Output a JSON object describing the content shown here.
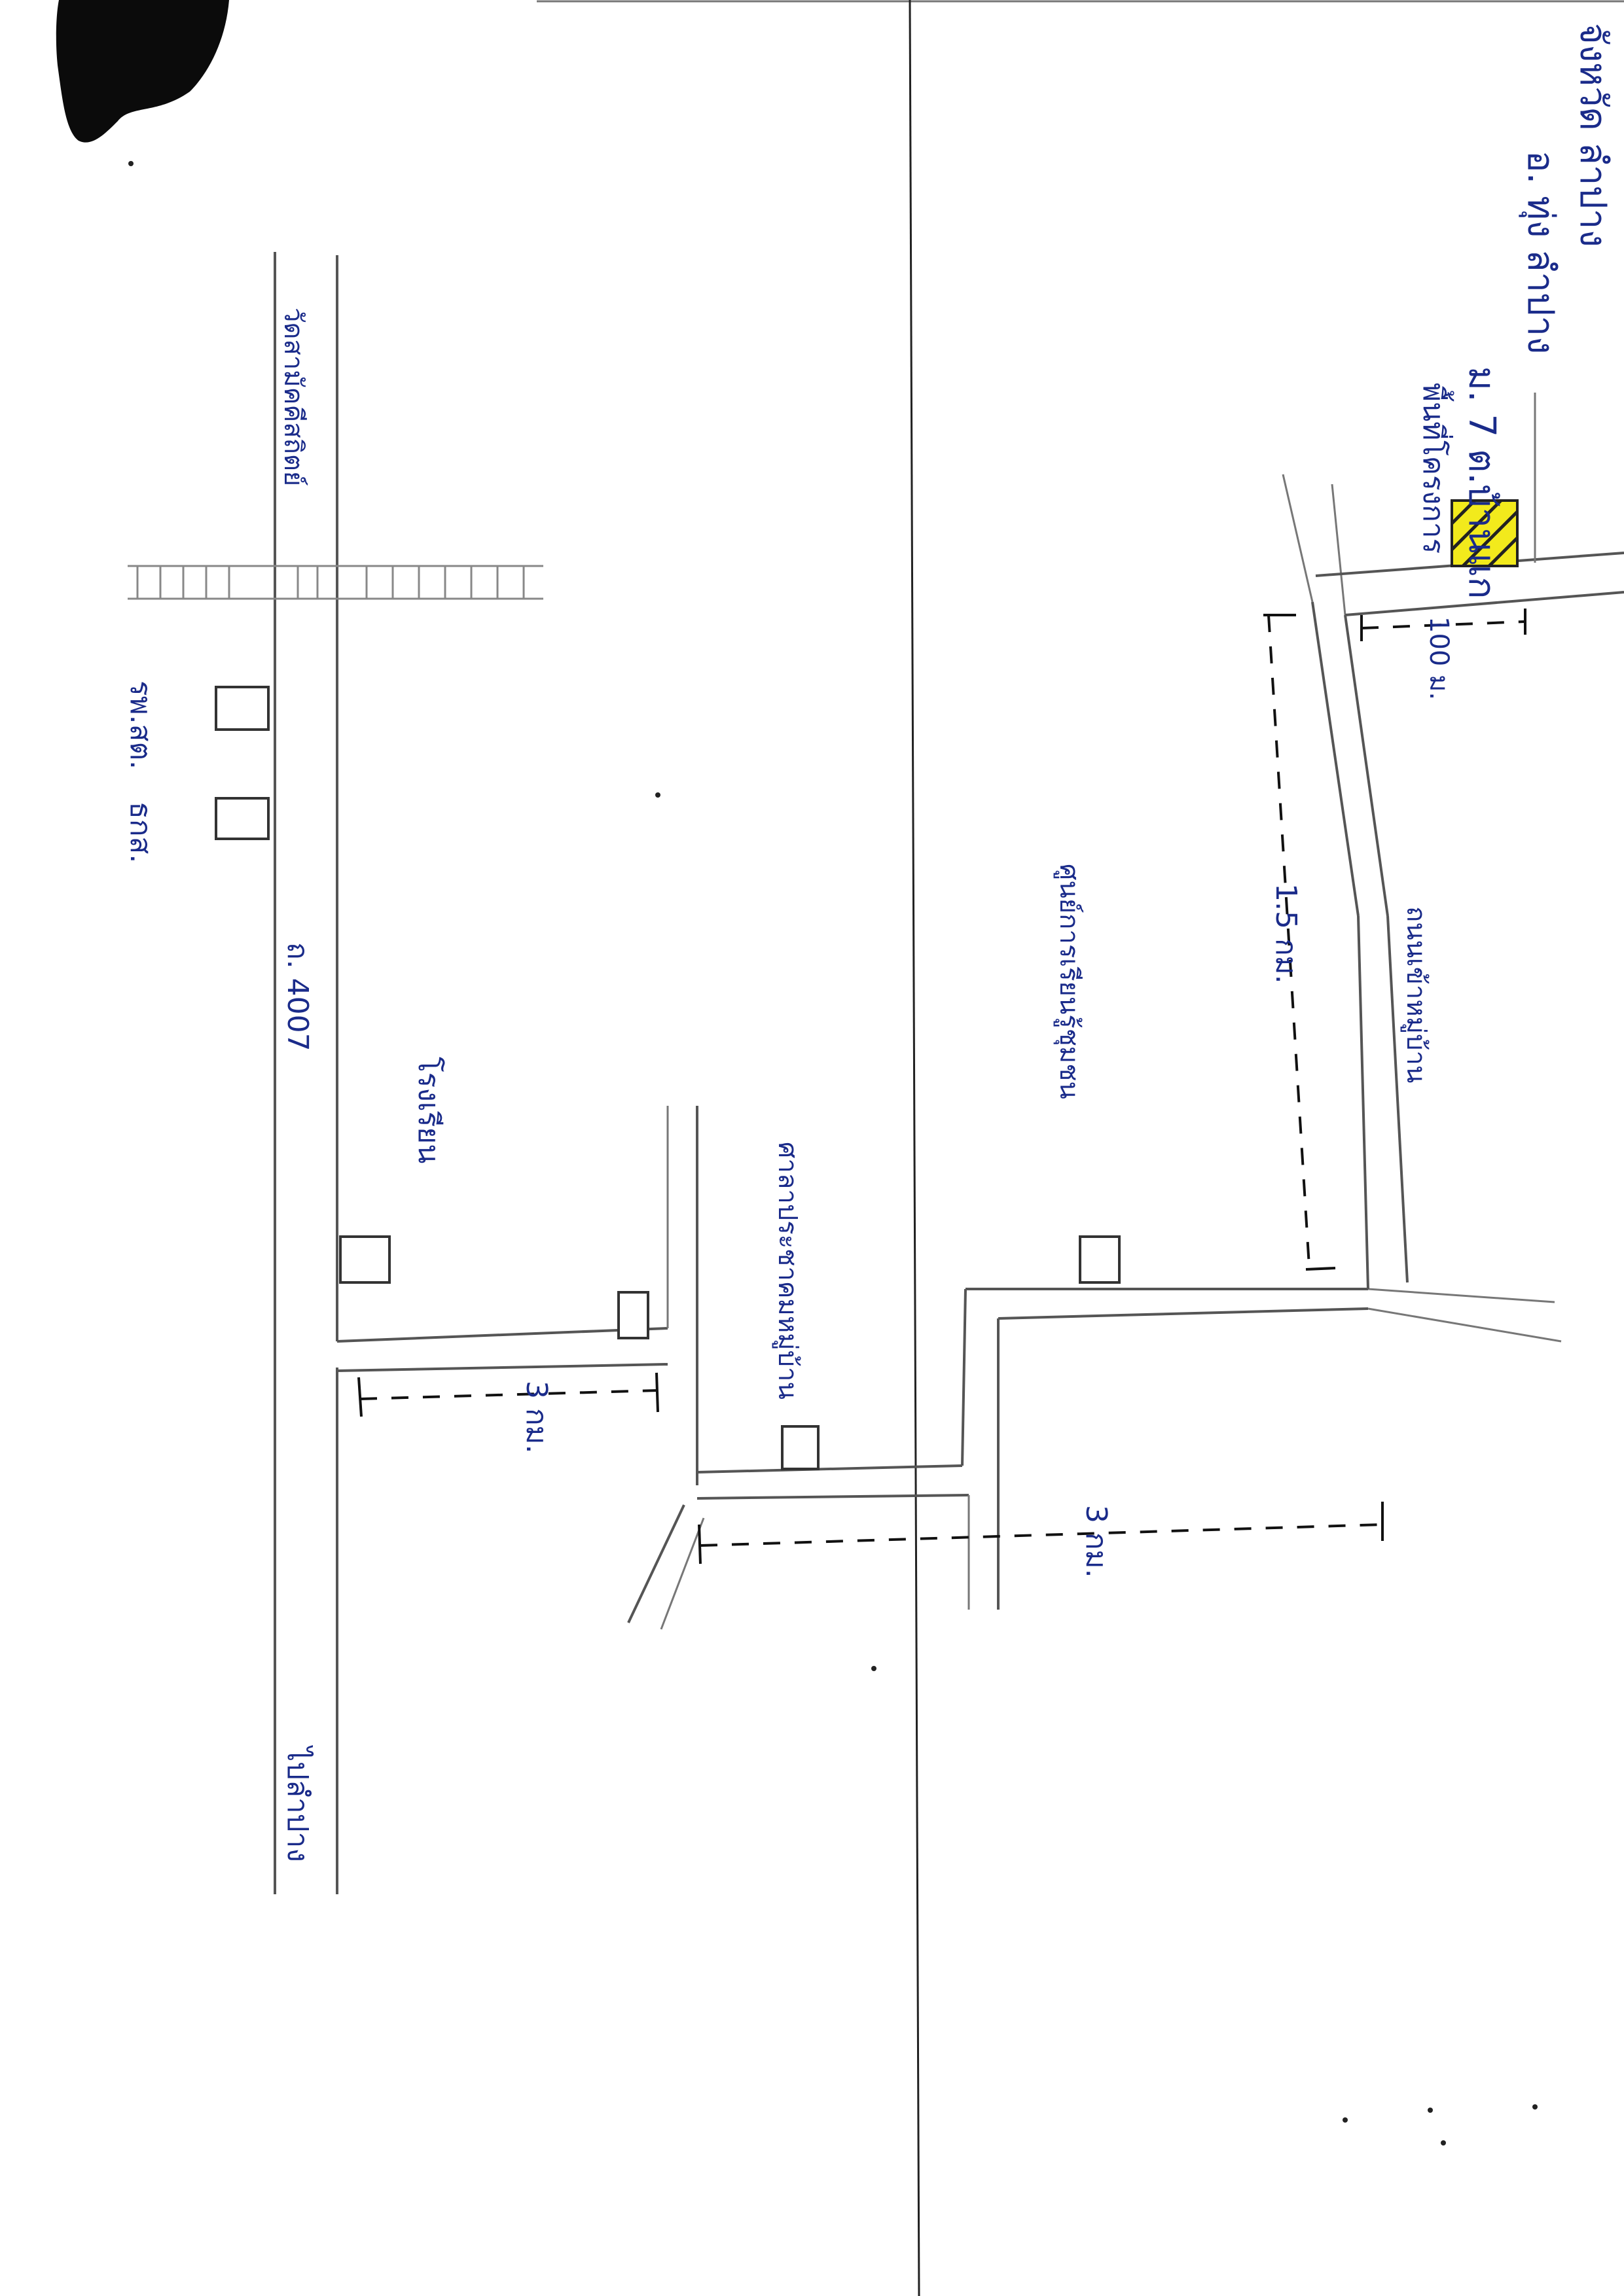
{
  "labels": {
    "temple": "วัดสามัคคีสถิตย์",
    "road_main": "ถ. 4007",
    "bank": "ธกส.",
    "health": "รพ.สต.",
    "school": "โรงเรียน",
    "village_hall": "ศาลาประชาคมหมู่บ้าน",
    "learning_center": "ศูนย์การเรียนรู้ชุมชน",
    "destination_heading": "ไปลำปาง",
    "dist_3km_top": "3 กม.",
    "dist_3km_bottom": "3 กม.",
    "dist_15km": "1.5 กม.",
    "dist_100m": "100 ม.",
    "road_side": "ถนนเข้าหมู่บ้าน",
    "project_site": "พื้นที่โครงการ",
    "address_line1": "ม. 7 ต.บ้านแก",
    "address_line2": "อ. ทุ่ง ลำปาง",
    "address_line3": "จังหวัด ลำปาง"
  },
  "colors": {
    "ink": "#1a2b8a",
    "site_fill": "#f2ea1c",
    "line": "#555555"
  }
}
